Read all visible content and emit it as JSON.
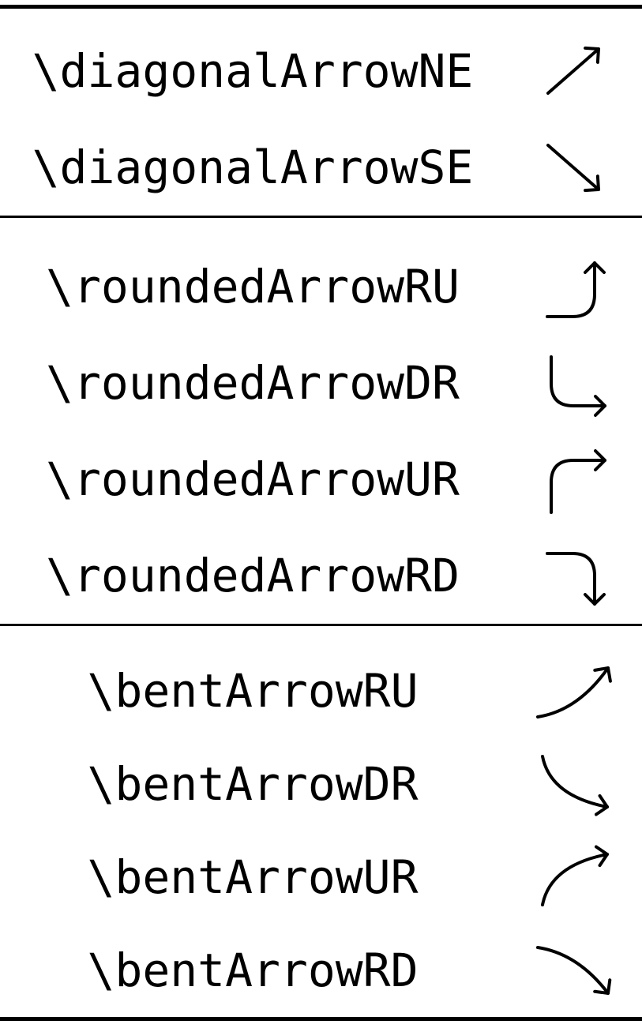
{
  "page": {
    "background": "#ffffff",
    "ink": "#000000"
  },
  "table": {
    "sections": [
      {
        "name": "diagonal-arrows",
        "rows": [
          {
            "command": "\\diagonalArrowNE",
            "icon": "diagonal-arrow-ne"
          },
          {
            "command": "\\diagonalArrowSE",
            "icon": "diagonal-arrow-se"
          }
        ]
      },
      {
        "name": "rounded-arrows",
        "rows": [
          {
            "command": "\\roundedArrowRU",
            "icon": "rounded-arrow-ru"
          },
          {
            "command": "\\roundedArrowDR",
            "icon": "rounded-arrow-dr"
          },
          {
            "command": "\\roundedArrowUR",
            "icon": "rounded-arrow-ur"
          },
          {
            "command": "\\roundedArrowRD",
            "icon": "rounded-arrow-rd"
          }
        ]
      },
      {
        "name": "bent-arrows",
        "rows": [
          {
            "command": "\\bentArrowRU",
            "icon": "bent-arrow-ru"
          },
          {
            "command": "\\bentArrowDR",
            "icon": "bent-arrow-dr"
          },
          {
            "command": "\\bentArrowUR",
            "icon": "bent-arrow-ur"
          },
          {
            "command": "\\bentArrowRD",
            "icon": "bent-arrow-rd"
          }
        ]
      }
    ]
  }
}
